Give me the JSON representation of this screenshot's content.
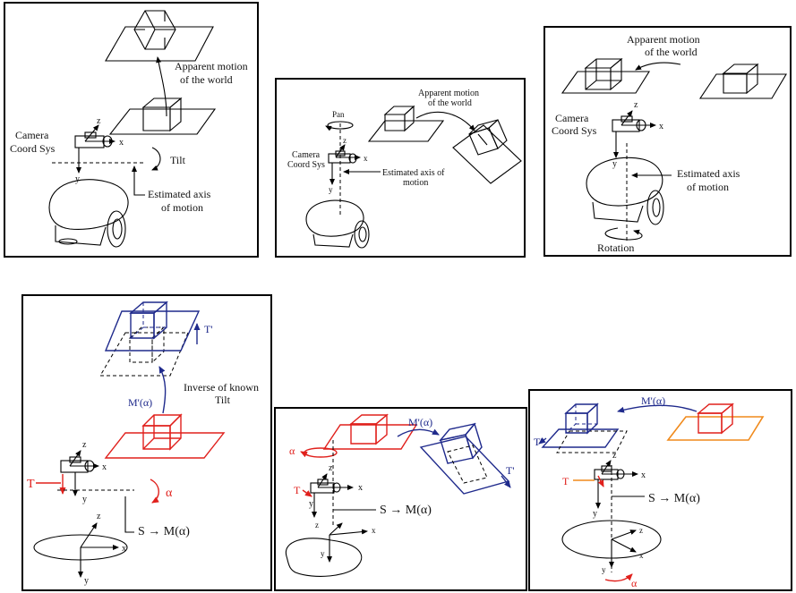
{
  "colors": {
    "blue": "#1f2a8c",
    "red": "#e0201c",
    "orange": "#f08a1c"
  },
  "panel1": {
    "apparent_motion_1": "Apparent motion",
    "apparent_motion_2": "of the world",
    "camera_1": "Camera",
    "camera_2": "Coord Sys",
    "tilt": "Tilt",
    "estimated_1": "Estimated axis",
    "estimated_2": "of motion",
    "z": "z",
    "x": "x",
    "y": "y"
  },
  "panel2": {
    "apparent_motion_1": "Apparent motion",
    "apparent_motion_2": "of the world",
    "pan": "Pan",
    "camera_1": "Camera",
    "camera_2": "Coord Sys",
    "estimated_1": "Estimated axis of",
    "estimated_2": "motion",
    "z": "z",
    "x": "x",
    "y": "y"
  },
  "panel3": {
    "apparent_motion_1": "Apparent motion",
    "apparent_motion_2": "of the world",
    "camera_1": "Camera",
    "camera_2": "Coord Sys",
    "estimated_1": "Estimated axis",
    "estimated_2": "of motion",
    "rotation": "Rotation",
    "z": "z",
    "x": "x",
    "y": "y"
  },
  "panel4": {
    "t_prime": "T'",
    "inverse_1": "Inverse of known",
    "inverse_2": "Tilt",
    "m_alpha": "M'(α)",
    "t": "T",
    "alpha": "α",
    "s_to_m": "S  →  M(α)",
    "z": "z",
    "x": "x",
    "y": "y"
  },
  "panel5": {
    "m_alpha": "M'(α)",
    "alpha": "α",
    "t_prime": "T'",
    "t": "T",
    "s_to_m": "S  →  M(α)",
    "z": "z",
    "x": "x",
    "y": "y"
  },
  "panel6": {
    "m_alpha": "M'(α)",
    "t_prime": "T'",
    "t": "T",
    "s_to_m": "S  →  M(α)",
    "alpha": "α",
    "z": "z",
    "x": "x",
    "y": "y"
  }
}
